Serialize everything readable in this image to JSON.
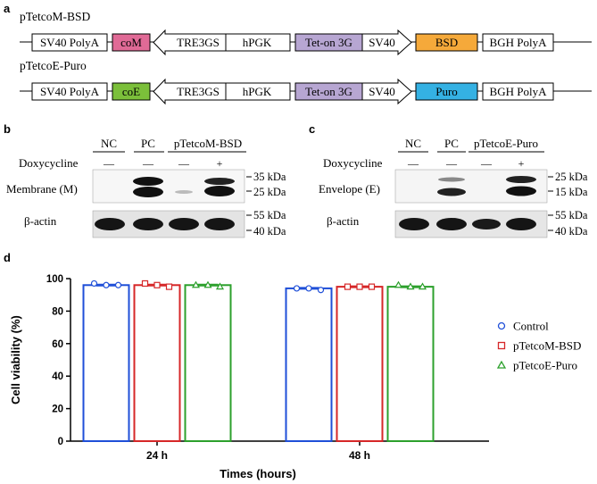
{
  "panels": {
    "a": "a",
    "b": "b",
    "c": "c",
    "d": "d"
  },
  "panel_a": {
    "constructs": [
      {
        "name": "pTetcoM-BSD",
        "segments": [
          "SV40 PolyA",
          "coM",
          "TRE3GS",
          "hPGK",
          "Tet-on 3G",
          "SV40",
          "BSD",
          "BGH PolyA"
        ]
      },
      {
        "name": "pTetcoE-Puro",
        "segments": [
          "SV40 PolyA",
          "coE",
          "TRE3GS",
          "hPGK",
          "Tet-on 3G",
          "SV40",
          "Puro",
          "BGH PolyA"
        ]
      }
    ],
    "colors": {
      "coM": "#e06a96",
      "coE": "#7bbf3a",
      "tet": "#b7a6d2",
      "BSD": "#f5a93a",
      "Puro": "#34b1e3"
    }
  },
  "panel_b": {
    "groups": [
      "NC",
      "PC",
      "pTetcoM-BSD"
    ],
    "dox_label": "Doxycycline",
    "dox": [
      "—",
      "—",
      "—",
      "+"
    ],
    "rows": [
      "Membrane (M)",
      "β-actin"
    ],
    "markers_top": [
      "35 kDa",
      "25 kDa"
    ],
    "markers_bottom": [
      "55 kDa",
      "40 kDa"
    ]
  },
  "panel_c": {
    "groups": [
      "NC",
      "PC",
      "pTetcoE-Puro"
    ],
    "dox_label": "Doxycycline",
    "dox": [
      "—",
      "—",
      "—",
      "+"
    ],
    "rows": [
      "Envelope (E)",
      "β-actin"
    ],
    "markers_top": [
      "25 kDa",
      "15 kDa"
    ],
    "markers_bottom": [
      "55 kDa",
      "40 kDa"
    ]
  },
  "chart_data": {
    "type": "bar",
    "categories": [
      "24 h",
      "48 h"
    ],
    "series": [
      {
        "name": "Control",
        "values": [
          96,
          94
        ],
        "color": "#1f4fd8",
        "marker": "circle",
        "points": [
          [
            97,
            96,
            96
          ],
          [
            94,
            94,
            93
          ]
        ]
      },
      {
        "name": "pTetcoM-BSD",
        "values": [
          96,
          95
        ],
        "color": "#d62728",
        "marker": "square",
        "points": [
          [
            97,
            96,
            95
          ],
          [
            95,
            95,
            95
          ]
        ]
      },
      {
        "name": "pTetcoE-Puro",
        "values": [
          96,
          95
        ],
        "color": "#2ca02c",
        "marker": "triangle",
        "points": [
          [
            96,
            96,
            95
          ],
          [
            96,
            95,
            95
          ]
        ]
      }
    ],
    "xlabel": "Times (hours)",
    "ylabel": "Cell viability (%)",
    "ylim": [
      0,
      100
    ],
    "yticks": [
      0,
      20,
      40,
      60,
      80,
      100
    ],
    "grid": false,
    "legend": "right"
  }
}
